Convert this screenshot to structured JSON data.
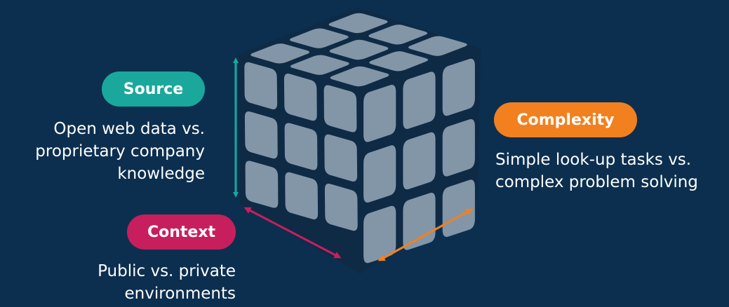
{
  "colors": {
    "background": "#0c2f4f",
    "cube_face": "#8296a8",
    "source": "#1aa89c",
    "context": "#c71f5e",
    "complexity": "#f2801f"
  },
  "dimensions": [
    {
      "id": "source",
      "label": "Source",
      "description": [
        "Open web data vs.",
        "proprietary company",
        "knowledge"
      ],
      "arrow": "vertical"
    },
    {
      "id": "context",
      "label": "Context",
      "description": [
        "Public vs. private",
        "environments"
      ],
      "arrow": "left-diagonal"
    },
    {
      "id": "complexity",
      "label": "Complexity",
      "description": [
        "Simple look-up tasks vs.",
        "complex problem solving"
      ],
      "arrow": "right-diagonal"
    }
  ],
  "cube": {
    "icon": "rubiks-cube-icon",
    "grid": 3
  }
}
